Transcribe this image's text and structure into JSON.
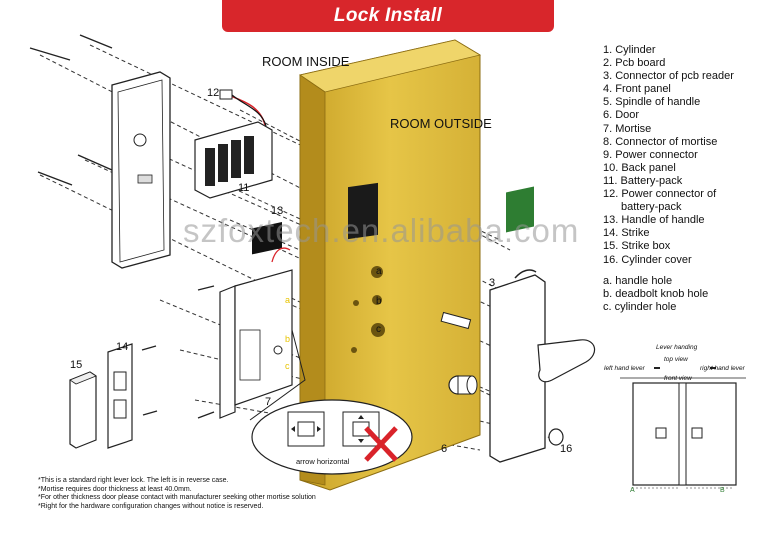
{
  "title": "Lock Install",
  "labels": {
    "room_inside": "ROOM INSIDE",
    "room_outside": "ROOM OUTSIDE",
    "arrow_horizontal": "arrow horizontal"
  },
  "watermark": "szfoxtech.en.alibaba.com",
  "legend": [
    "1. Cylinder",
    "2. Pcb board",
    "3. Connector of pcb reader",
    "4. Front panel",
    "5. Spindle of handle",
    "6. Door",
    "7. Mortise",
    "8. Connector of mortise",
    "9. Power connector",
    "10. Back panel",
    "11. Battery-pack",
    "12. Power connector of",
    "battery-pack",
    "13. Handle of handle",
    "14. Strike",
    "15. Strike box",
    "16. Cylinder cover"
  ],
  "holes": [
    "a. handle hole",
    "b. deadbolt knob hole",
    "c. cylinder hole"
  ],
  "part_numbers": {
    "n3": "3",
    "n6": "6",
    "n7": "7",
    "n11": "11",
    "n12": "12",
    "n13": "13",
    "n14": "14",
    "n15": "15",
    "n16": "16"
  },
  "hole_letters": {
    "a": "a",
    "b": "b",
    "c": "c"
  },
  "inset": {
    "lever_handing": "Lever handing",
    "top_view": "top view",
    "left_hand_lever": "left hand lever",
    "right_hand_lever": "right hand lever",
    "front_view": "front view",
    "door_a": "A",
    "door_b": "B"
  },
  "notes": [
    "*This is a standard right lever lock. The left is in reverse case.",
    "*Mortise requires door thickness at least 40.0mm.",
    "*For other thickness door please contact with manufacturer seeking other mortise solution",
    "*Right for the hardware configuration changes without notice is reserved."
  ],
  "colors": {
    "banner": "#d8262b",
    "door": "#d9b434",
    "door_side": "#b38c1c",
    "pcb": "#2e7d32",
    "cross": "#d9232a"
  }
}
